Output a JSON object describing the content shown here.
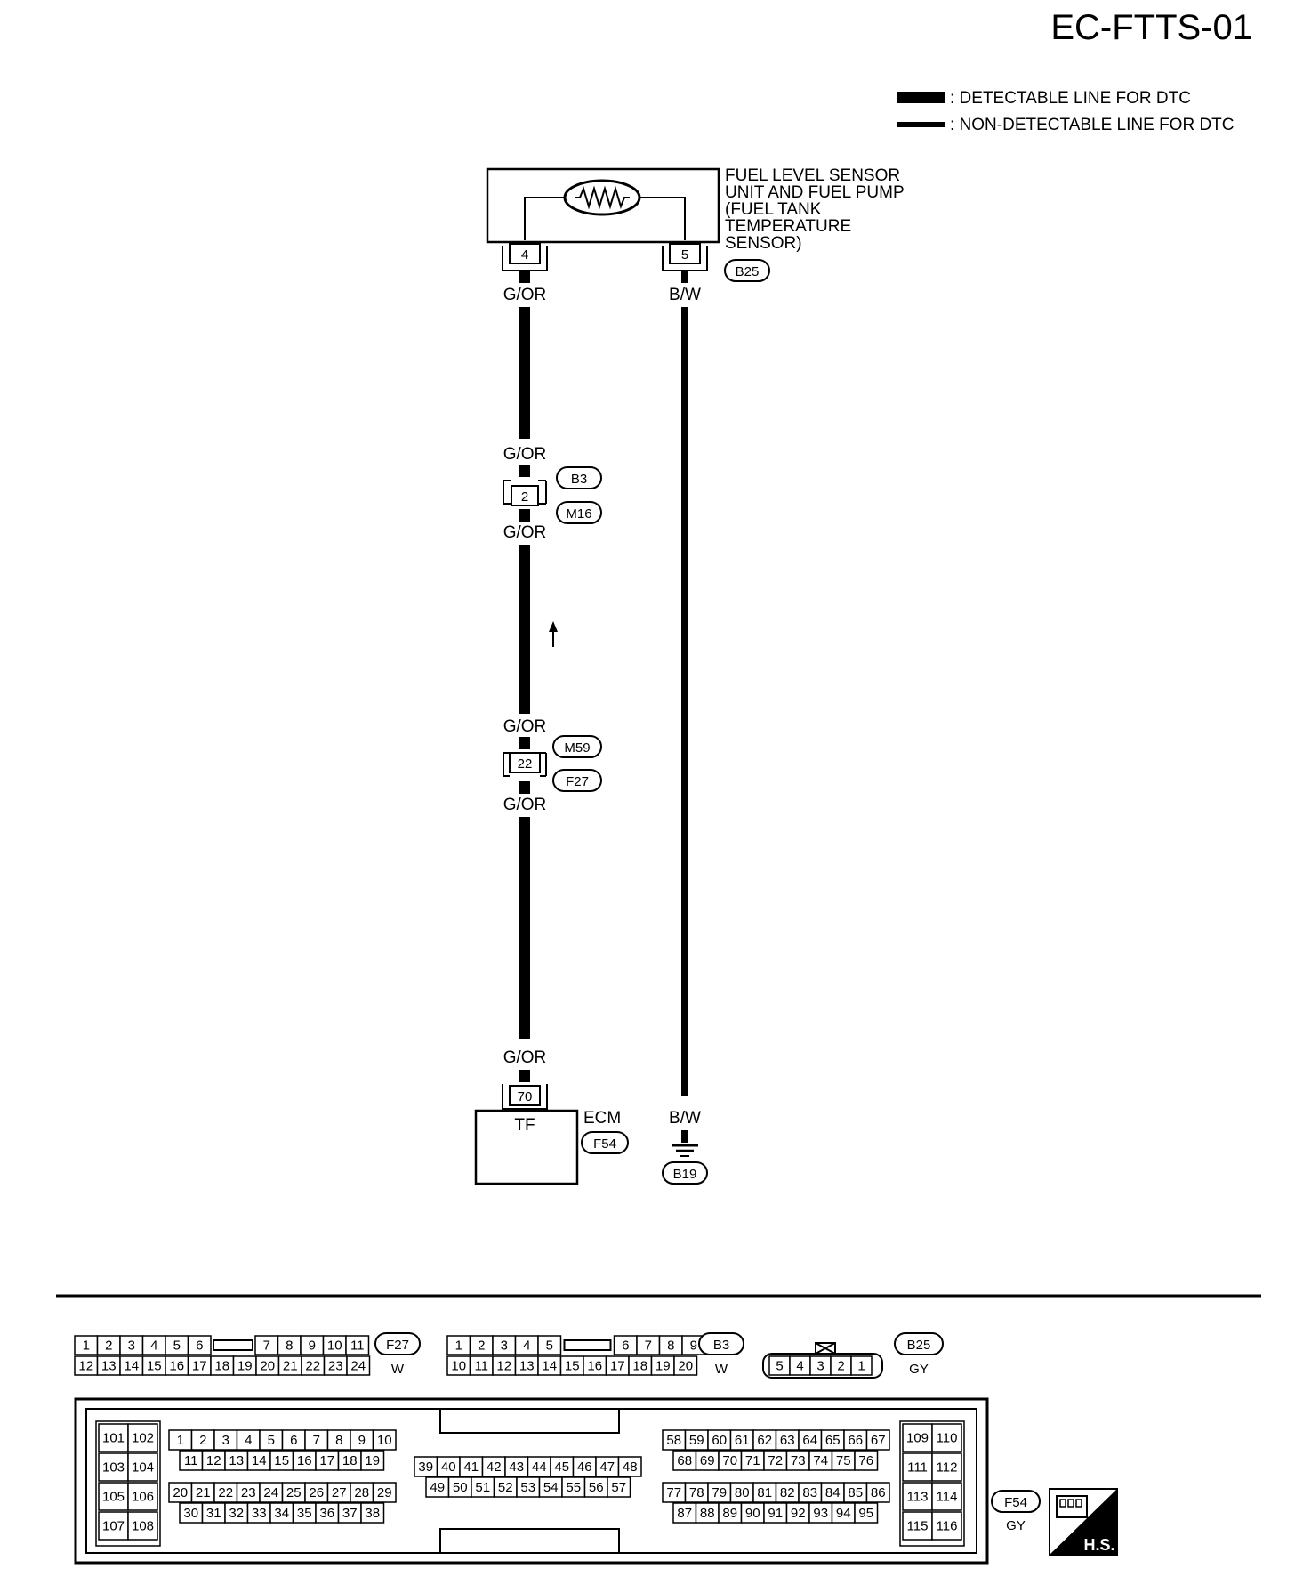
{
  "page": {
    "code": "EC-FTTS-01"
  },
  "legend": {
    "detectable": ": DETECTABLE LINE FOR DTC",
    "non_detectable": ": NON-DETECTABLE LINE FOR DTC"
  },
  "sensor": {
    "lines": [
      "FUEL LEVEL SENSOR",
      "UNIT AND  FUEL PUMP",
      "(FUEL TANK",
      "TEMPERATURE",
      "SENSOR)"
    ],
    "connector": "B25",
    "pin_left": "4",
    "pin_right": "5"
  },
  "wires": {
    "g_or": "G/OR",
    "b_w": "B/W"
  },
  "junction1": {
    "pin": "2",
    "upper_connector": "B3",
    "lower_connector": "M16"
  },
  "junction2": {
    "pin": "22",
    "upper_connector": "M59",
    "lower_connector": "F27"
  },
  "ecm": {
    "label": "ECM",
    "connector": "F54",
    "pin": "70",
    "terminal": "TF"
  },
  "ground": {
    "connector": "B19"
  },
  "connectors": {
    "f27": {
      "id": "F27",
      "color": "W",
      "row1": [
        "1",
        "2",
        "3",
        "4",
        "5",
        "6",
        "",
        "7",
        "8",
        "9",
        "10",
        "11"
      ],
      "row2": [
        "12",
        "13",
        "14",
        "15",
        "16",
        "17",
        "18",
        "19",
        "20",
        "21",
        "22",
        "23",
        "24"
      ]
    },
    "b3": {
      "id": "B3",
      "color": "W",
      "row1": [
        "1",
        "2",
        "3",
        "4",
        "5",
        "",
        "6",
        "7",
        "8",
        "9"
      ],
      "row2": [
        "10",
        "11",
        "12",
        "13",
        "14",
        "15",
        "16",
        "17",
        "18",
        "19",
        "20"
      ]
    },
    "b25": {
      "id": "B25",
      "color": "GY",
      "pins": [
        "5",
        "4",
        "3",
        "2",
        "1"
      ]
    },
    "f54": {
      "id": "F54",
      "color": "GY",
      "g1": [
        "101",
        "102",
        "103",
        "104",
        "105",
        "106",
        "107",
        "108"
      ],
      "g2r1": [
        "1",
        "2",
        "3",
        "4",
        "5",
        "6",
        "7",
        "8",
        "9",
        "10"
      ],
      "g2r2": [
        "11",
        "12",
        "13",
        "14",
        "15",
        "16",
        "17",
        "18",
        "19"
      ],
      "g2r3": [
        "20",
        "21",
        "22",
        "23",
        "24",
        "25",
        "26",
        "27",
        "28",
        "29"
      ],
      "g2r4": [
        "30",
        "31",
        "32",
        "33",
        "34",
        "35",
        "36",
        "37",
        "38"
      ],
      "g3r1": [
        "39",
        "40",
        "41",
        "42",
        "43",
        "44",
        "45",
        "46",
        "47",
        "48"
      ],
      "g3r2": [
        "49",
        "50",
        "51",
        "52",
        "53",
        "54",
        "55",
        "56",
        "57"
      ],
      "g4r1": [
        "58",
        "59",
        "60",
        "61",
        "62",
        "63",
        "64",
        "65",
        "66",
        "67"
      ],
      "g4r2": [
        "68",
        "69",
        "70",
        "71",
        "72",
        "73",
        "74",
        "75",
        "76"
      ],
      "g4r3": [
        "77",
        "78",
        "79",
        "80",
        "81",
        "82",
        "83",
        "84",
        "85",
        "86"
      ],
      "g4r4": [
        "87",
        "88",
        "89",
        "90",
        "91",
        "92",
        "93",
        "94",
        "95"
      ],
      "g5": [
        "109",
        "110",
        "111",
        "112",
        "113",
        "114",
        "115",
        "116"
      ]
    }
  },
  "hs_badge": "H.S."
}
